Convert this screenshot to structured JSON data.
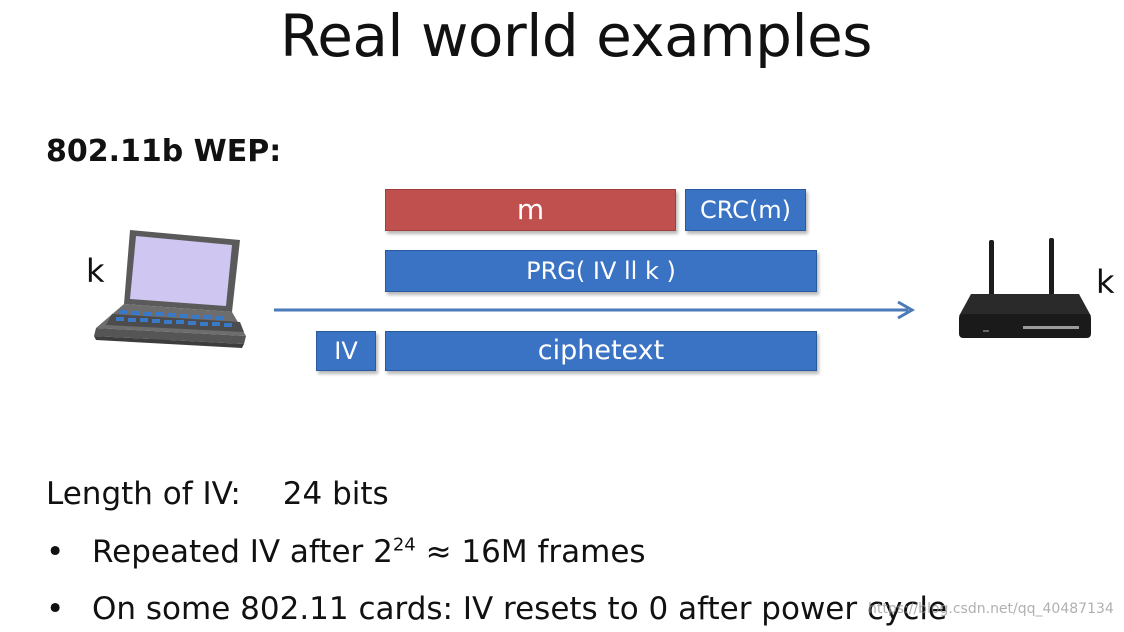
{
  "title": "Real world examples",
  "subtitle": "802.11b WEP:",
  "diagram": {
    "m_label": "m",
    "crc_label": "CRC(m)",
    "prg_label": "PRG(  IV  ll  k )",
    "iv_label": "IV",
    "ciphertext_label": "ciphetext",
    "sender_key": "k",
    "receiver_key": "k",
    "colors": {
      "red_box": "#c0504d",
      "blue_box": "#3a73c4",
      "arrow": "#4a7ab8"
    },
    "icons": {
      "sender": "laptop-icon",
      "receiver": "router-icon"
    }
  },
  "facts": {
    "length_label": "Length of IV:",
    "length_value": "24 bits",
    "bullets": [
      {
        "pre": "Repeated IV after 2",
        "sup": "24",
        "post": " ≈ 16M frames"
      },
      {
        "text": "On some 802.11 cards:   IV resets to 0 after power cycle"
      }
    ]
  },
  "watermark": "https://blog.csdn.net/qq_40487134"
}
